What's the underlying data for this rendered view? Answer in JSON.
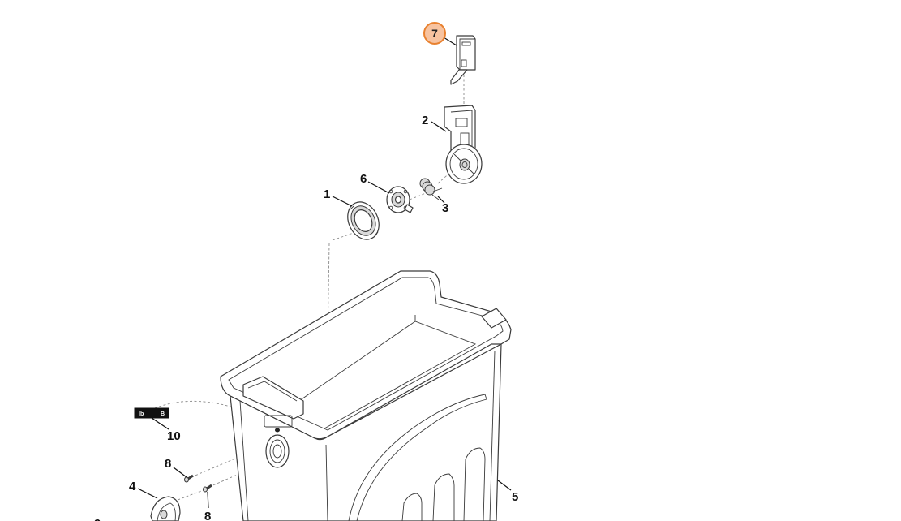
{
  "diagram": {
    "type": "exploded-parts-view",
    "colors": {
      "line": "#3a3a3a",
      "callout_text": "#111111",
      "highlight_fill": "#f7c3a0",
      "highlight_stroke": "#e8812f",
      "background": "#ffffff"
    },
    "callouts": [
      {
        "id": "c7",
        "label": "7",
        "highlighted": true
      },
      {
        "id": "c2",
        "label": "2",
        "highlighted": false
      },
      {
        "id": "c6",
        "label": "6",
        "highlighted": false
      },
      {
        "id": "c3",
        "label": "3",
        "highlighted": false
      },
      {
        "id": "c1",
        "label": "1",
        "highlighted": false
      },
      {
        "id": "c10",
        "label": "10",
        "highlighted": false
      },
      {
        "id": "c8a",
        "label": "8",
        "highlighted": false
      },
      {
        "id": "c4",
        "label": "4",
        "highlighted": false
      },
      {
        "id": "c8b",
        "label": "8",
        "highlighted": false
      },
      {
        "id": "c5",
        "label": "5",
        "highlighted": false
      }
    ],
    "sticker_label": {
      "left_text": "Ib",
      "right_text": "B"
    }
  }
}
